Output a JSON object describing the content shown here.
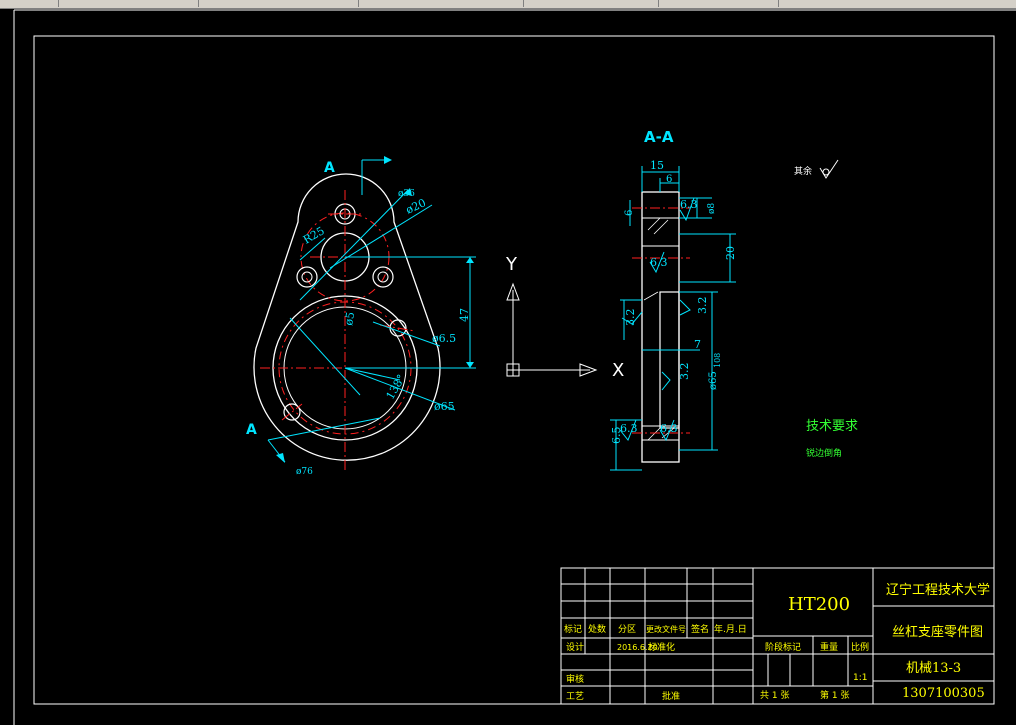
{
  "section_label": "A-A",
  "section_marker": "A",
  "roughness_note": "其余",
  "tech_req": {
    "title": "技术要求",
    "item": "锐边倒角"
  },
  "ucs": {
    "x": "X",
    "y": "Y"
  },
  "front_dims": {
    "d36": "ø36",
    "d20": "ø20",
    "r25": "R25",
    "d5": "ø5",
    "d65a": "ø6.5",
    "h47": "47",
    "a138": "138°",
    "d65": "ø65",
    "d76": "ø76"
  },
  "side_dims": {
    "w15": "15",
    "w6": "6",
    "r63a": "6.3",
    "d8": "ø8",
    "k6": "6",
    "h20": "20",
    "r63b": "6.3",
    "r32a": "3.2",
    "r32b": "3.2",
    "w7": "7",
    "r32c": "3.2",
    "d65": "ø65",
    "h108": "108",
    "r63c": "6.3",
    "r63d": "6.3",
    "h65": "6.5"
  },
  "title_block": {
    "material": "HT200",
    "school": "辽宁工程技术大学",
    "drawing_name": "丝杠支座零件图",
    "class": "机械13-3",
    "student_no": "1307100305",
    "h_mark": "标记",
    "h_count": "处数",
    "h_zone": "分区",
    "h_doc": "更改文件号",
    "h_sign": "签名",
    "h_date": "年.月.日",
    "design": "设计",
    "design_date": "2016.6.20",
    "standard": "标准化",
    "review": "审核",
    "process": "工艺",
    "approve": "批准",
    "stage_mark": "阶段标记",
    "weight": "重量",
    "scale": "比例",
    "scale_val": "1:1",
    "total": "共 1 张",
    "sheet": "第 1 张"
  },
  "colors": {
    "white": "#ffffff",
    "cyan": "#00e5ff",
    "red": "#ff2020",
    "green": "#33ff33",
    "yellow": "#ffff00"
  }
}
